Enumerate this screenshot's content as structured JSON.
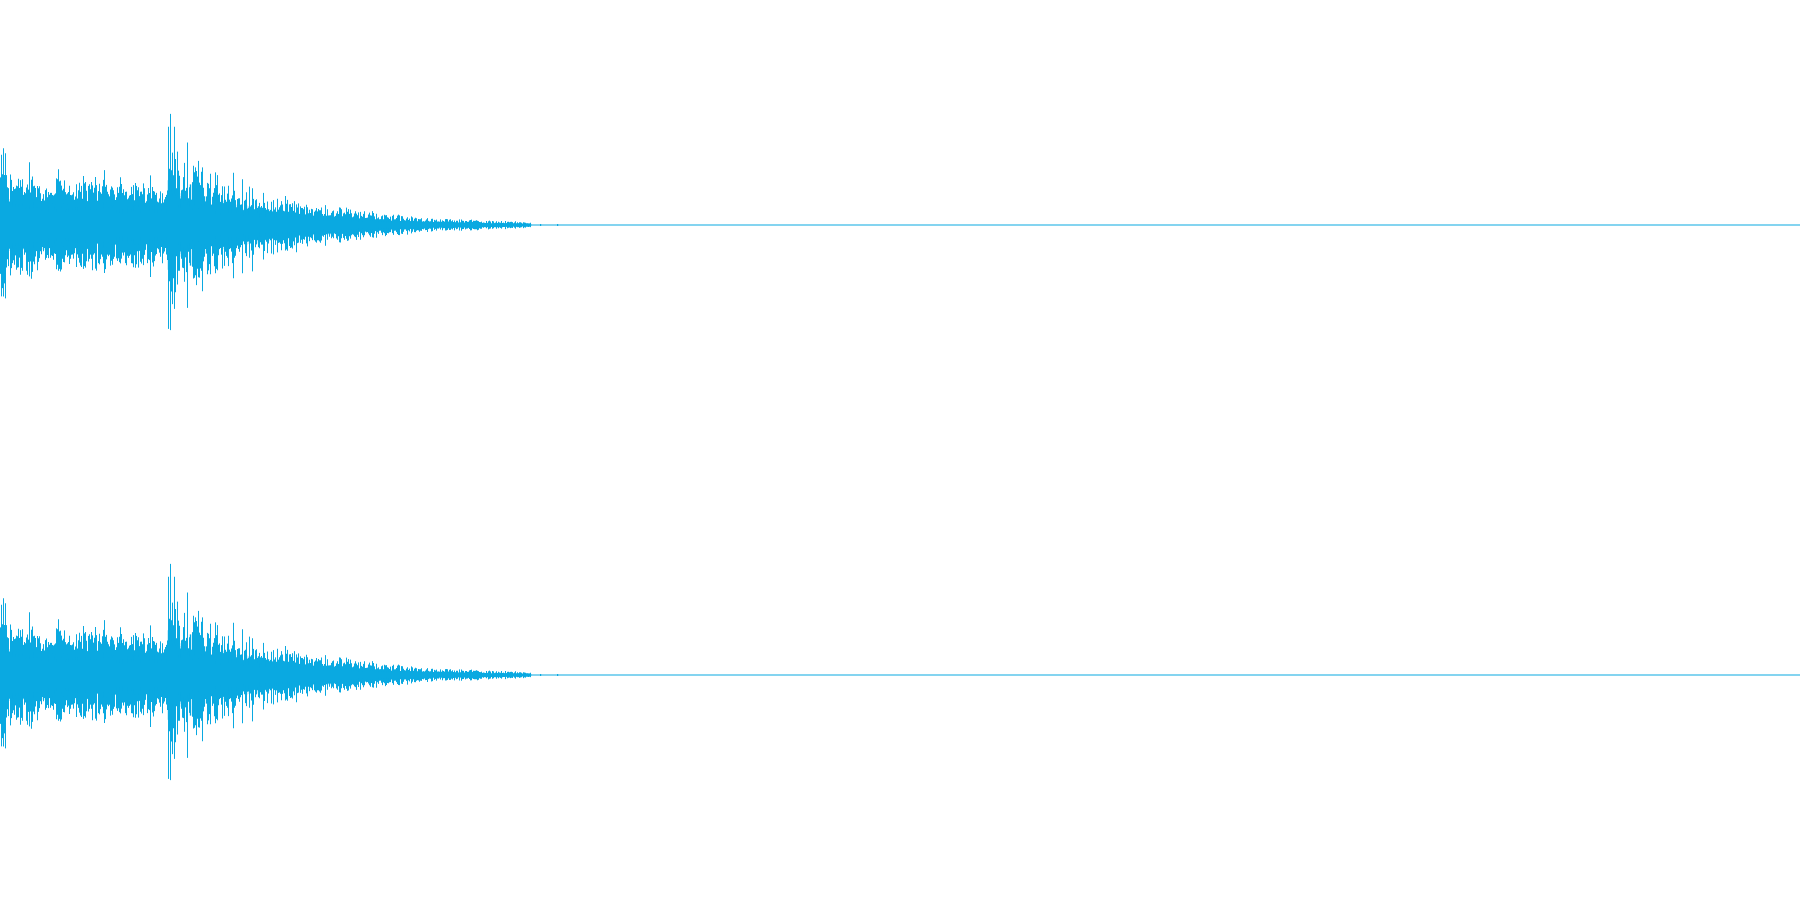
{
  "waveform": {
    "color": "#0aa9e1",
    "background": "#ffffff",
    "channels": [
      {
        "id": "channel-1",
        "name": ""
      },
      {
        "id": "channel-2",
        "name": ""
      }
    ],
    "shape": {
      "peak_amplitude": 1.0,
      "sustained_amplitude": 0.42,
      "transient_position": 0.093,
      "decay_end_position": 0.295
    }
  }
}
